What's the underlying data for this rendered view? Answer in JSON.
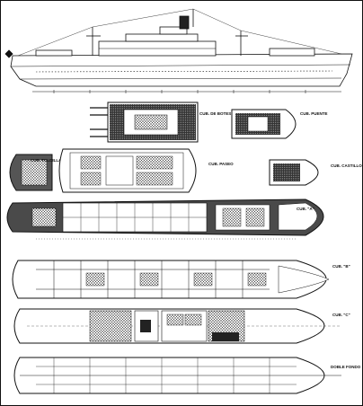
{
  "labels": {
    "cub_botes": "CUB. DE BOTES",
    "cub_puente": "CUB. PUENTE",
    "cub_toldilla": "CUB. TOLDILLA",
    "cub_paseo": "CUB. PASEO",
    "cub_castillo": "CUB. CASTILLO",
    "cub_a": "CUB. \"A\"",
    "cub_b": "CUB. \"B\"",
    "cub_c": "CUB. \"C\"",
    "doble_fondo": "DOBLE FONDO"
  },
  "colors": {
    "line": "#111111",
    "dark_deck": "#3a3a3a",
    "hatch": "#6b6b6b",
    "paper": "#ffffff"
  }
}
